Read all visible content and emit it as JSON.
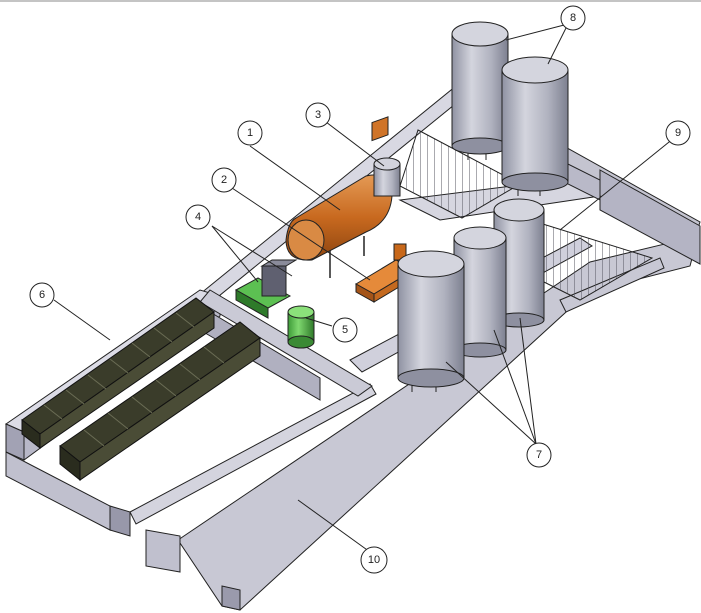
{
  "callouts": [
    {
      "id": "1",
      "label": "1"
    },
    {
      "id": "2",
      "label": "2"
    },
    {
      "id": "3",
      "label": "3"
    },
    {
      "id": "4",
      "label": "4"
    },
    {
      "id": "5",
      "label": "5"
    },
    {
      "id": "6",
      "label": "6"
    },
    {
      "id": "7",
      "label": "7"
    },
    {
      "id": "8",
      "label": "8"
    },
    {
      "id": "9",
      "label": "9"
    },
    {
      "id": "10",
      "label": "10"
    }
  ],
  "colors": {
    "wall": "#c4c4d0",
    "wall_dark": "#8e8ea0",
    "wall_light": "#e6e6ee",
    "tank": "#a9abb8",
    "tank_light": "#d6d7e0",
    "boiler": "#c8691f",
    "pump": "#c8681a",
    "green": "#52b54a",
    "green_dark": "#2e7a2a",
    "crate": "#3a3c2a",
    "hatch": "#55555f",
    "outline": "#222222"
  }
}
